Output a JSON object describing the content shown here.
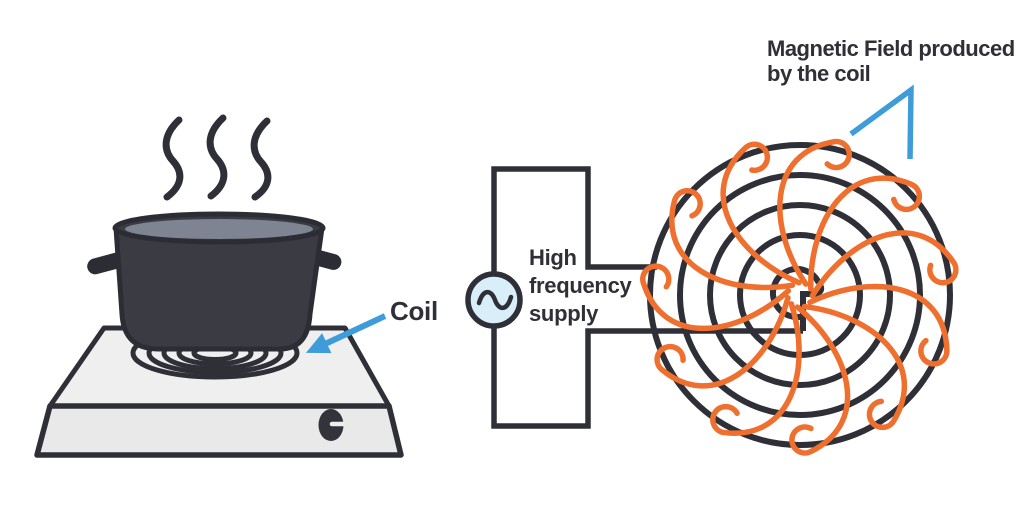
{
  "diagram": {
    "subject": "induction-cooking",
    "labels": {
      "coil": "Coil",
      "high_frequency_supply": "High frequency supply",
      "magnetic_field": "Magnetic Field produced by the coil"
    },
    "colors": {
      "outline_dark": "#2F3037",
      "pot_body": "#3B3C43",
      "pot_rim_inner": "#7E8492",
      "stove_top": "#EFEFEF",
      "stove_front": "#E9E9E9",
      "accent_blue": "#3E9CD8",
      "field_orange": "#EF6F2E",
      "supply_fill": "#D8EEF8",
      "knob_fill": "#33343B"
    },
    "icons": {
      "steam": "steam-icon",
      "ac_source": "ac-sine-source-icon",
      "stove_knob": "stove-knob",
      "coil_arrow": "coil-pointer-arrow",
      "field_pointer": "field-pointer-lines"
    },
    "field_line_count": 11,
    "coil_ring_count": 5
  }
}
